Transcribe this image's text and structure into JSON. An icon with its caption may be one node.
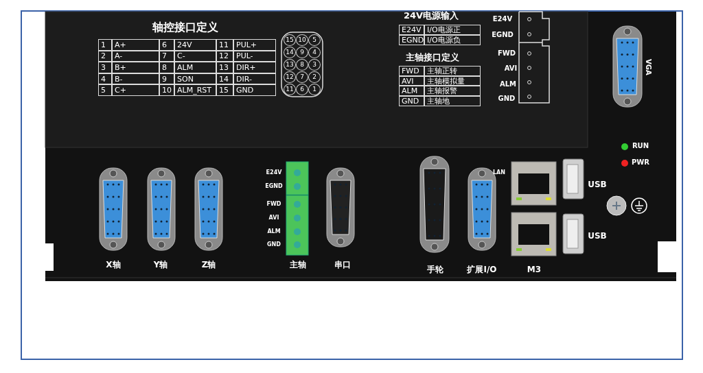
{
  "diagram": {
    "labels": [
      "轴控接口定义",
      "1",
      "A+",
      "6",
      "24V",
      "11",
      "PUL+",
      "2",
      "A-",
      "7",
      "C-",
      "12",
      "PUL-",
      "3",
      "B+",
      "8",
      "ALM",
      "13",
      "DIR+",
      "4",
      "B-",
      "9",
      "SON",
      "14",
      "DIR-",
      "5",
      "C+",
      "10",
      "ALM_RST",
      "15",
      "GND",
      "15",
      "10",
      "5",
      "14",
      "9",
      "4",
      "13",
      "8",
      "3",
      "12",
      "7",
      "2",
      "11",
      "6",
      "1",
      "24V电源输入",
      "E24V",
      "I/O电源正",
      "EGND",
      "I/O电源负",
      "主轴接口定义",
      "FWD",
      "主轴正转",
      "AVI",
      "主轴模拟量",
      "ALM",
      "主轴报警",
      "GND",
      "主轴地",
      "E24V",
      "EGND",
      "FWD",
      "AVI",
      "ALM",
      "GND",
      "VGA",
      "RUN",
      "PWR",
      "E24V",
      "EGND",
      "FWD",
      "AVI",
      "ALM",
      "GND",
      "LAN",
      "USB",
      "USB",
      "X轴",
      "Y轴",
      "Z轴",
      "主轴",
      "串口",
      "手轮",
      "扩展I/O",
      "M3"
    ]
  }
}
